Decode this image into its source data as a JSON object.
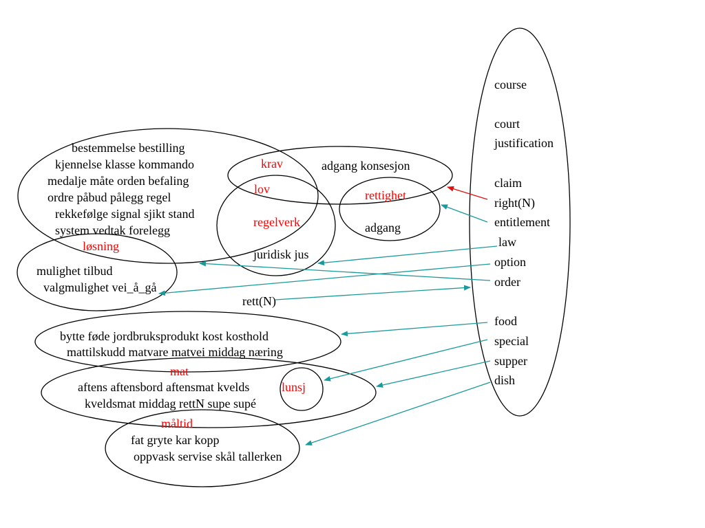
{
  "colors": {
    "text": "#000000",
    "highlight": "#ff0000",
    "arrow_teal": "#1a9a9a",
    "arrow_red": "#e01010"
  },
  "english_words": {
    "course": "course",
    "court": "court",
    "justification": "justification",
    "claim": "claim",
    "right": "right(N)",
    "entitlement": "entitlement",
    "law": "law",
    "option": "option",
    "order": "order",
    "food": "food",
    "special": "special",
    "supper": "supper",
    "dish": "dish"
  },
  "clusters": {
    "order_group": {
      "lines": [
        "bestemmelse bestilling",
        "kjennelse klasse kommando",
        "medalje måte orden befaling",
        "ordre påbud pålegg regel",
        "rekkefølge signal sjikt stand",
        "system vedtak forelegg"
      ]
    },
    "claim_group": {
      "red_label": "krav",
      "text": "adgang konsesjon"
    },
    "right_group": {
      "red_label": "rettighet",
      "text": "adgang"
    },
    "law_group": {
      "red_label_1": "lov",
      "red_label_2": "regelverk",
      "text": "juridisk jus"
    },
    "option_group": {
      "red_label": "løsning",
      "lines": [
        "mulighet tilbud",
        "valgmulighet vei_å_gå"
      ]
    },
    "center_label": "rett(N)",
    "food_group": {
      "lines": [
        "bytte føde jordbruksprodukt kost kosthold",
        "mattilskudd matvare matvei middag næring"
      ]
    },
    "meal_group": {
      "red_label": "mat",
      "lines": [
        "aftens aftensbord aftensmat kvelds",
        "kveldsmat middag rettN supe supé"
      ]
    },
    "lunch_group": {
      "red_label": "lunsj"
    },
    "dish_group": {
      "red_label": "måltid",
      "lines": [
        "fat gryte kar kopp",
        "oppvask servise skål tallerken"
      ]
    }
  }
}
